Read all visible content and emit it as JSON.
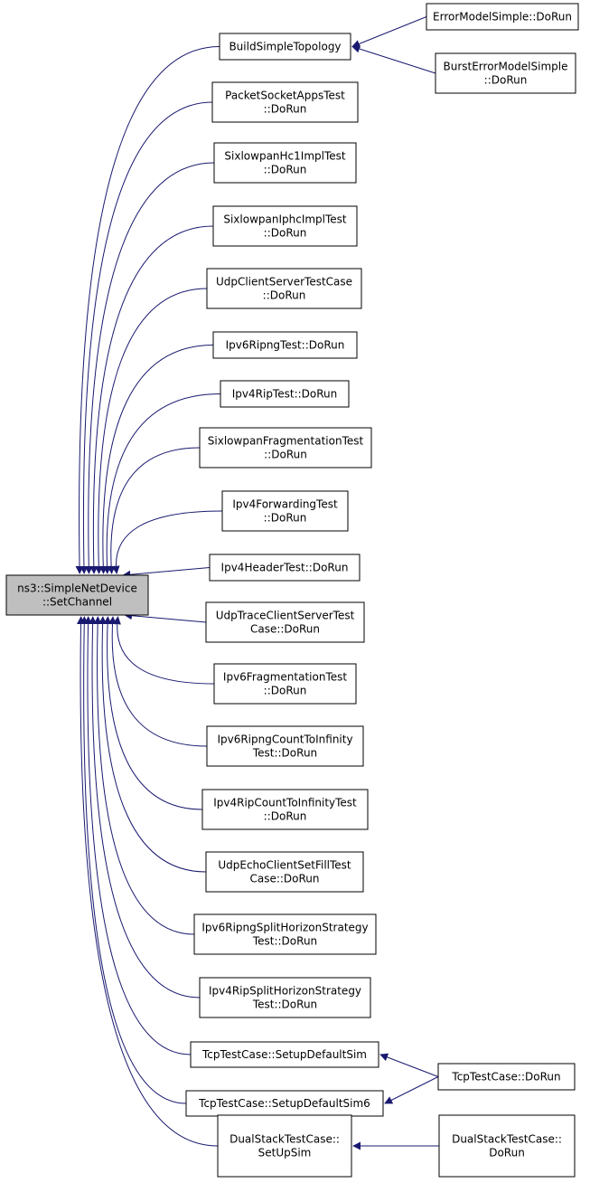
{
  "diagram": {
    "type": "caller-graph",
    "colors": {
      "edge": "#191970",
      "node_border": "#000000",
      "node_fill": "#ffffff",
      "root_fill": "#bfbfbf",
      "text": "#000000"
    },
    "root": {
      "id": "root",
      "lines": [
        "ns3::SimpleNetDevice",
        "::SetChannel"
      ]
    },
    "nodes": [
      {
        "id": "build-simple-topology",
        "lines": [
          "BuildSimpleTopology"
        ]
      },
      {
        "id": "error-model-simple-dorun",
        "lines": [
          "ErrorModelSimple::DoRun"
        ]
      },
      {
        "id": "burst-error-model-simple-dorun",
        "lines": [
          "BurstErrorModelSimple",
          "::DoRun"
        ]
      },
      {
        "id": "packet-socket-apps-test-dorun",
        "lines": [
          "PacketSocketAppsTest",
          "::DoRun"
        ]
      },
      {
        "id": "sixlowpan-hc1-impl-test-dorun",
        "lines": [
          "SixlowpanHc1ImplTest",
          "::DoRun"
        ]
      },
      {
        "id": "sixlowpan-iphc-impl-test-dorun",
        "lines": [
          "SixlowpanIphcImplTest",
          "::DoRun"
        ]
      },
      {
        "id": "udp-client-server-test-case-dorun",
        "lines": [
          "UdpClientServerTestCase",
          "::DoRun"
        ]
      },
      {
        "id": "ipv6-ripng-test-dorun",
        "lines": [
          "Ipv6RipngTest::DoRun"
        ]
      },
      {
        "id": "ipv4-rip-test-dorun",
        "lines": [
          "Ipv4RipTest::DoRun"
        ]
      },
      {
        "id": "sixlowpan-fragmentation-test-dorun",
        "lines": [
          "SixlowpanFragmentationTest",
          "::DoRun"
        ]
      },
      {
        "id": "ipv4-forwarding-test-dorun",
        "lines": [
          "Ipv4ForwardingTest",
          "::DoRun"
        ]
      },
      {
        "id": "ipv4-header-test-dorun",
        "lines": [
          "Ipv4HeaderTest::DoRun"
        ]
      },
      {
        "id": "udp-trace-client-server-test-case-dorun",
        "lines": [
          "UdpTraceClientServerTest",
          "Case::DoRun"
        ]
      },
      {
        "id": "ipv6-fragmentation-test-dorun",
        "lines": [
          "Ipv6FragmentationTest",
          "::DoRun"
        ]
      },
      {
        "id": "ipv6-ripng-count-to-infinity-test-dorun",
        "lines": [
          "Ipv6RipngCountToInfinity",
          "Test::DoRun"
        ]
      },
      {
        "id": "ipv4-rip-count-to-infinity-test-dorun",
        "lines": [
          "Ipv4RipCountToInfinityTest",
          "::DoRun"
        ]
      },
      {
        "id": "udp-echo-client-set-fill-test-case-dorun",
        "lines": [
          "UdpEchoClientSetFillTest",
          "Case::DoRun"
        ]
      },
      {
        "id": "ipv6-ripng-split-horizon-strategy-test-dorun",
        "lines": [
          "Ipv6RipngSplitHorizonStrategy",
          "Test::DoRun"
        ]
      },
      {
        "id": "ipv4-rip-split-horizon-strategy-test-dorun",
        "lines": [
          "Ipv4RipSplitHorizonStrategy",
          "Test::DoRun"
        ]
      },
      {
        "id": "tcp-test-case-setup-default-sim",
        "lines": [
          "TcpTestCase::SetupDefaultSim"
        ]
      },
      {
        "id": "tcp-test-case-setup-default-sim6",
        "lines": [
          "TcpTestCase::SetupDefaultSim6"
        ]
      },
      {
        "id": "tcp-test-case-dorun",
        "lines": [
          "TcpTestCase::DoRun"
        ]
      },
      {
        "id": "dual-stack-test-case-setup-sim",
        "lines": [
          "DualStackTestCase::",
          "SetUpSim"
        ]
      },
      {
        "id": "dual-stack-test-case-dorun",
        "lines": [
          "DualStackTestCase::",
          "DoRun"
        ]
      }
    ],
    "edges": [
      {
        "from": "build-simple-topology",
        "to": "root"
      },
      {
        "from": "error-model-simple-dorun",
        "to": "build-simple-topology"
      },
      {
        "from": "burst-error-model-simple-dorun",
        "to": "build-simple-topology"
      },
      {
        "from": "packet-socket-apps-test-dorun",
        "to": "root"
      },
      {
        "from": "sixlowpan-hc1-impl-test-dorun",
        "to": "root"
      },
      {
        "from": "sixlowpan-iphc-impl-test-dorun",
        "to": "root"
      },
      {
        "from": "udp-client-server-test-case-dorun",
        "to": "root"
      },
      {
        "from": "ipv6-ripng-test-dorun",
        "to": "root"
      },
      {
        "from": "ipv4-rip-test-dorun",
        "to": "root"
      },
      {
        "from": "sixlowpan-fragmentation-test-dorun",
        "to": "root"
      },
      {
        "from": "ipv4-forwarding-test-dorun",
        "to": "root"
      },
      {
        "from": "ipv4-header-test-dorun",
        "to": "root"
      },
      {
        "from": "udp-trace-client-server-test-case-dorun",
        "to": "root"
      },
      {
        "from": "ipv6-fragmentation-test-dorun",
        "to": "root"
      },
      {
        "from": "ipv6-ripng-count-to-infinity-test-dorun",
        "to": "root"
      },
      {
        "from": "ipv4-rip-count-to-infinity-test-dorun",
        "to": "root"
      },
      {
        "from": "udp-echo-client-set-fill-test-case-dorun",
        "to": "root"
      },
      {
        "from": "ipv6-ripng-split-horizon-strategy-test-dorun",
        "to": "root"
      },
      {
        "from": "ipv4-rip-split-horizon-strategy-test-dorun",
        "to": "root"
      },
      {
        "from": "tcp-test-case-setup-default-sim",
        "to": "root"
      },
      {
        "from": "tcp-test-case-setup-default-sim6",
        "to": "root"
      },
      {
        "from": "tcp-test-case-dorun",
        "to": "tcp-test-case-setup-default-sim"
      },
      {
        "from": "tcp-test-case-dorun",
        "to": "tcp-test-case-setup-default-sim6"
      },
      {
        "from": "dual-stack-test-case-setup-sim",
        "to": "root"
      },
      {
        "from": "dual-stack-test-case-dorun",
        "to": "dual-stack-test-case-setup-sim"
      }
    ]
  }
}
